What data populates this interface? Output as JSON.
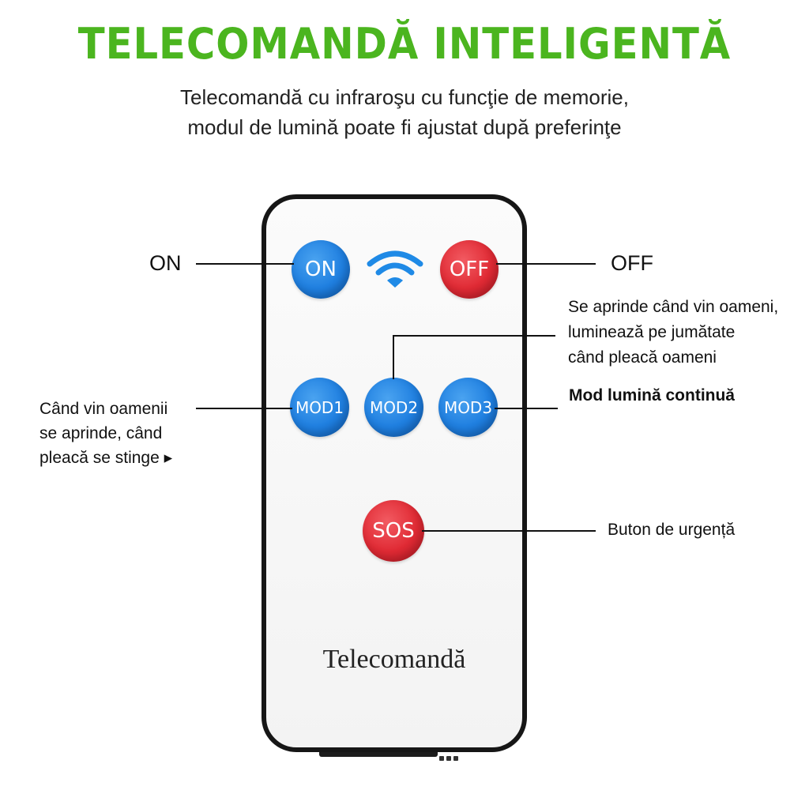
{
  "header": {
    "title": "TELECOMANDĂ INTELIGENTĂ",
    "subtitle_line1": "Telecomandă cu infraroşu cu funcţie de memorie,",
    "subtitle_line2": "modul de lumină poate fi ajustat după preferinţe"
  },
  "remote": {
    "brand": "Telecomandă",
    "buttons": {
      "on": "ON",
      "off": "OFF",
      "mod1": "MOD1",
      "mod2": "MOD2",
      "mod3": "MOD3",
      "sos": "SOS"
    },
    "signal_icon": "wifi-signal-icon"
  },
  "callouts": {
    "on": "ON",
    "off": "OFF",
    "mod2_line1": "Se aprinde când vin oameni,",
    "mod2_line2": "luminează pe jumătate",
    "mod2_line3": "când pleacă oameni",
    "mod1_line1": "Când vin oamenii",
    "mod1_line2": "se aprinde, când",
    "mod1_line3": "pleacă se stinge ▸",
    "mod3": "Mod lumină continuă",
    "sos": "Buton de urgență"
  },
  "colors": {
    "title_green": "#4bb51f",
    "button_blue": "#1f7fe0",
    "button_red": "#e02a34",
    "remote_border": "#161616"
  }
}
